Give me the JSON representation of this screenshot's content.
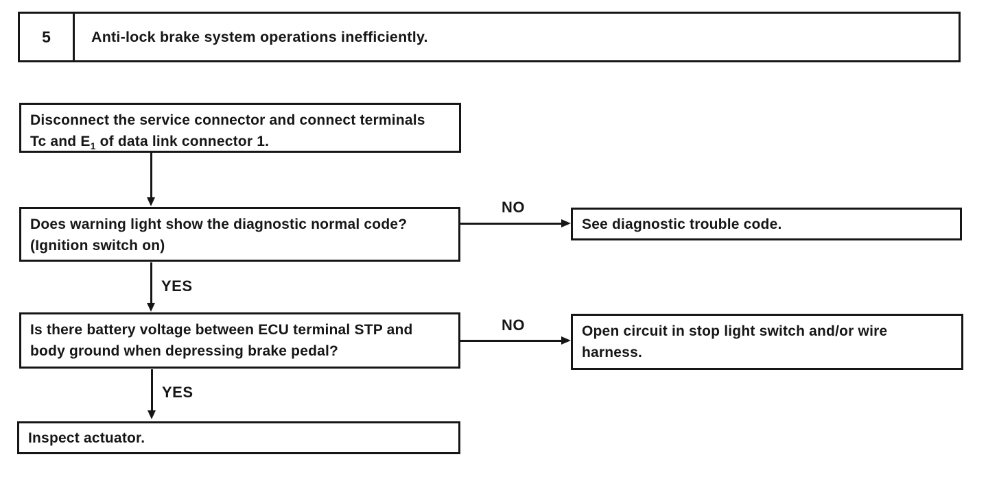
{
  "page": {
    "background": "#ffffff",
    "ink_color": "#161616"
  },
  "header": {
    "number": "5",
    "title": "Anti-lock brake system operations inefficiently."
  },
  "flowchart": {
    "steps": {
      "step1": {
        "line1": "Disconnect the service connector and connect terminals",
        "line2_pre": "Tc and E",
        "line2_sub": "1",
        "line2_post": " of data link connector 1."
      },
      "step2": {
        "line1": "Does warning light show the diagnostic normal code?",
        "line2": "(Ignition switch on)"
      },
      "step3": {
        "line1": "Is there battery voltage between ECU terminal STP and",
        "line2": "body ground when depressing brake pedal?"
      },
      "step4": {
        "line1": "Inspect actuator."
      }
    },
    "results": {
      "result1": {
        "line1": "See diagnostic trouble code."
      },
      "result2": {
        "line1": "Open circuit in stop light switch and/or wire",
        "line2": "harness."
      }
    },
    "labels": {
      "no1": "NO",
      "no2": "NO",
      "yes1": "YES",
      "yes2": "YES"
    }
  }
}
